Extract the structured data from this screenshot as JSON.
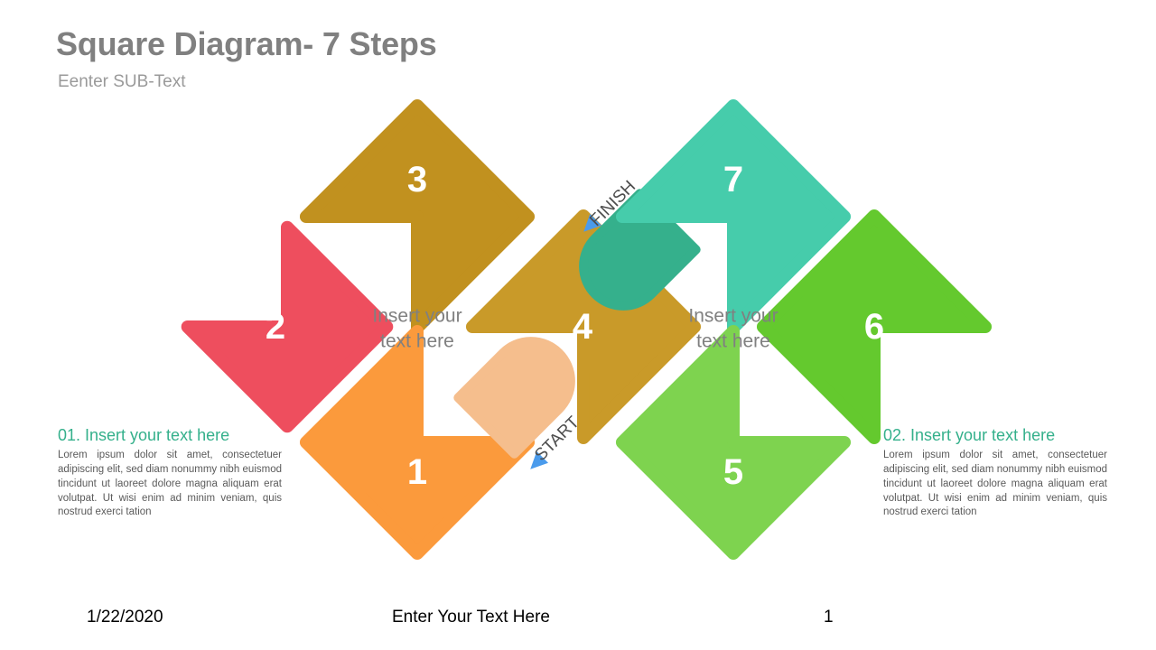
{
  "header": {
    "title": "Square Diagram- 7 Steps",
    "subtitle": "Eenter SUB-Text"
  },
  "diagram": {
    "steps": [
      {
        "id": "step-1",
        "number": "1",
        "color": "#FB9A3C"
      },
      {
        "id": "step-2",
        "number": "2",
        "color": "#EE4E5E"
      },
      {
        "id": "step-3",
        "number": "3",
        "color": "#C1911F"
      },
      {
        "id": "step-4",
        "number": "4",
        "color": "#C99A29"
      },
      {
        "id": "step-5",
        "number": "5",
        "color": "#7ED34F"
      },
      {
        "id": "step-6",
        "number": "6",
        "color": "#64C92E"
      },
      {
        "id": "step-7",
        "number": "7",
        "color": "#46CCAB"
      }
    ],
    "center_labels": [
      {
        "id": "center-left",
        "line1": "Insert your",
        "line2": "text here"
      },
      {
        "id": "center-right",
        "line1": "Insert your",
        "line2": "text here"
      }
    ],
    "markers": [
      {
        "id": "marker-start",
        "label": "START",
        "shape_color": "#F5BE8D",
        "arrow_color": "#4A9BEC"
      },
      {
        "id": "marker-finish",
        "label": "FINISH",
        "shape_color": "#35B08C",
        "arrow_color": "#4A9BEC"
      }
    ]
  },
  "side_blocks": [
    {
      "id": "side-block-left",
      "heading": "01. Insert your text here",
      "body": "Lorem ipsum dolor sit amet, consectetuer adipiscing elit, sed diam nonummy nibh euismod tincidunt ut laoreet dolore magna aliquam erat volutpat. Ut wisi enim ad minim veniam, quis nostrud exerci tation"
    },
    {
      "id": "side-block-right",
      "heading": "02. Insert your text here",
      "body": "Lorem ipsum dolor sit amet, consectetuer adipiscing elit, sed diam nonummy nibh euismod tincidunt ut laoreet dolore magna aliquam erat volutpat. Ut wisi enim ad minim veniam, quis nostrud exerci tation"
    }
  ],
  "footer": {
    "date": "1/22/2020",
    "center_text": "Enter Your Text Here",
    "page_number": "1"
  },
  "colors": {
    "title": "#808080",
    "subtitle": "#9a9a9a",
    "accent_teal": "#34b08b",
    "body_text": "#5a5a5a",
    "background": "#ffffff"
  }
}
